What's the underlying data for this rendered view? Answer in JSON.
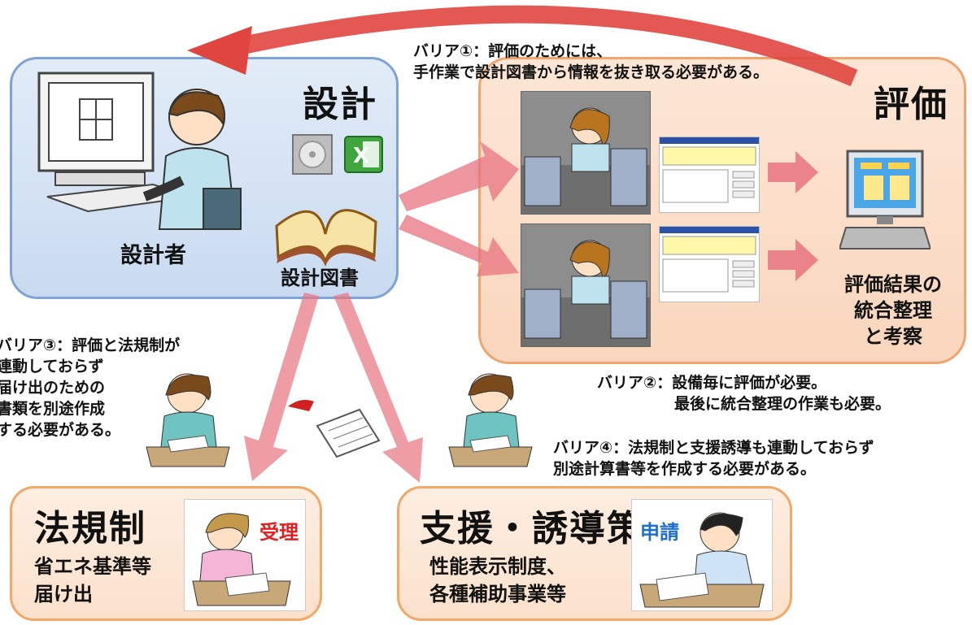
{
  "design": {
    "title": "設計",
    "designer_label": "設計者",
    "docs_label": "設計図書"
  },
  "evaluation": {
    "title": "評価",
    "result_label": "評価結果の\n統合整理\nと考察"
  },
  "law": {
    "title": "法規制",
    "desc": "省エネ基準等\n届け出",
    "stamp": "受理"
  },
  "support": {
    "title": "支援・誘導策",
    "desc": "性能表示制度、\n各種補助事業等",
    "stamp": "申請"
  },
  "barriers": {
    "b1": "バリア①：評価のためには、\n手作業で設計図書から情報を抜き取る必要がある。",
    "b2": "バリア②：設備毎に評価が必要。\n　　　　　最後に統合整理の作業も必要。",
    "b3": "バリア③：評価と法規制が\n連動しておらず\n届け出のための\n書類を別途作成\nする必要がある。",
    "b4": "バリア④：法規制と支援誘導も連動しておらず\n別途計算書等を作成する必要がある。"
  },
  "colors": {
    "arrow": "#e8737f",
    "arrow_top": "#e0463f",
    "design_border": "#7fa3d3",
    "eval_border": "#f0a46e",
    "stamp_red": "#e02020",
    "stamp_blue": "#1f6fd0"
  }
}
